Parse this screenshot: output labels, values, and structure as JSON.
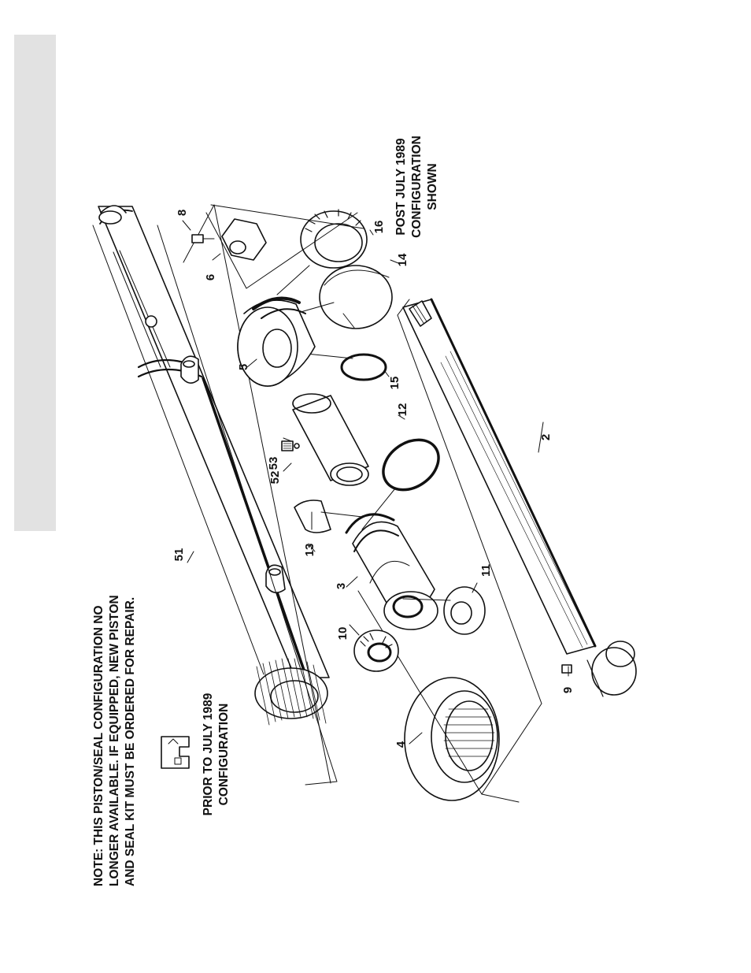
{
  "note": {
    "line1": "NOTE:  THIS PISTON/SEAL CONFIGURATION NO",
    "line2": "LONGER AVAILABLE.  IF EQUIPPED, NEW PISTON",
    "line3": "AND SEAL KIT MUST BE ORDERED FOR REPAIR."
  },
  "prior_config": {
    "line1": "PRIOR TO JULY 1989",
    "line2": "CONFIGURATION"
  },
  "post_config": {
    "line1": "POST JULY 1989",
    "line2": "CONFIGURATION",
    "line3": "SHOWN"
  },
  "callouts": {
    "c2": "2",
    "c3": "3",
    "c4": "4",
    "c5": "5",
    "c6": "6",
    "c8": "8",
    "c9": "9",
    "c10": "10",
    "c11": "11",
    "c12": "12",
    "c13": "13",
    "c14": "14",
    "c15": "15",
    "c16": "16",
    "c51": "51",
    "c52": "52",
    "c53": "53"
  },
  "colors": {
    "ink": "#111111",
    "side_tab": "#e2e2e2",
    "paper": "#ffffff"
  }
}
